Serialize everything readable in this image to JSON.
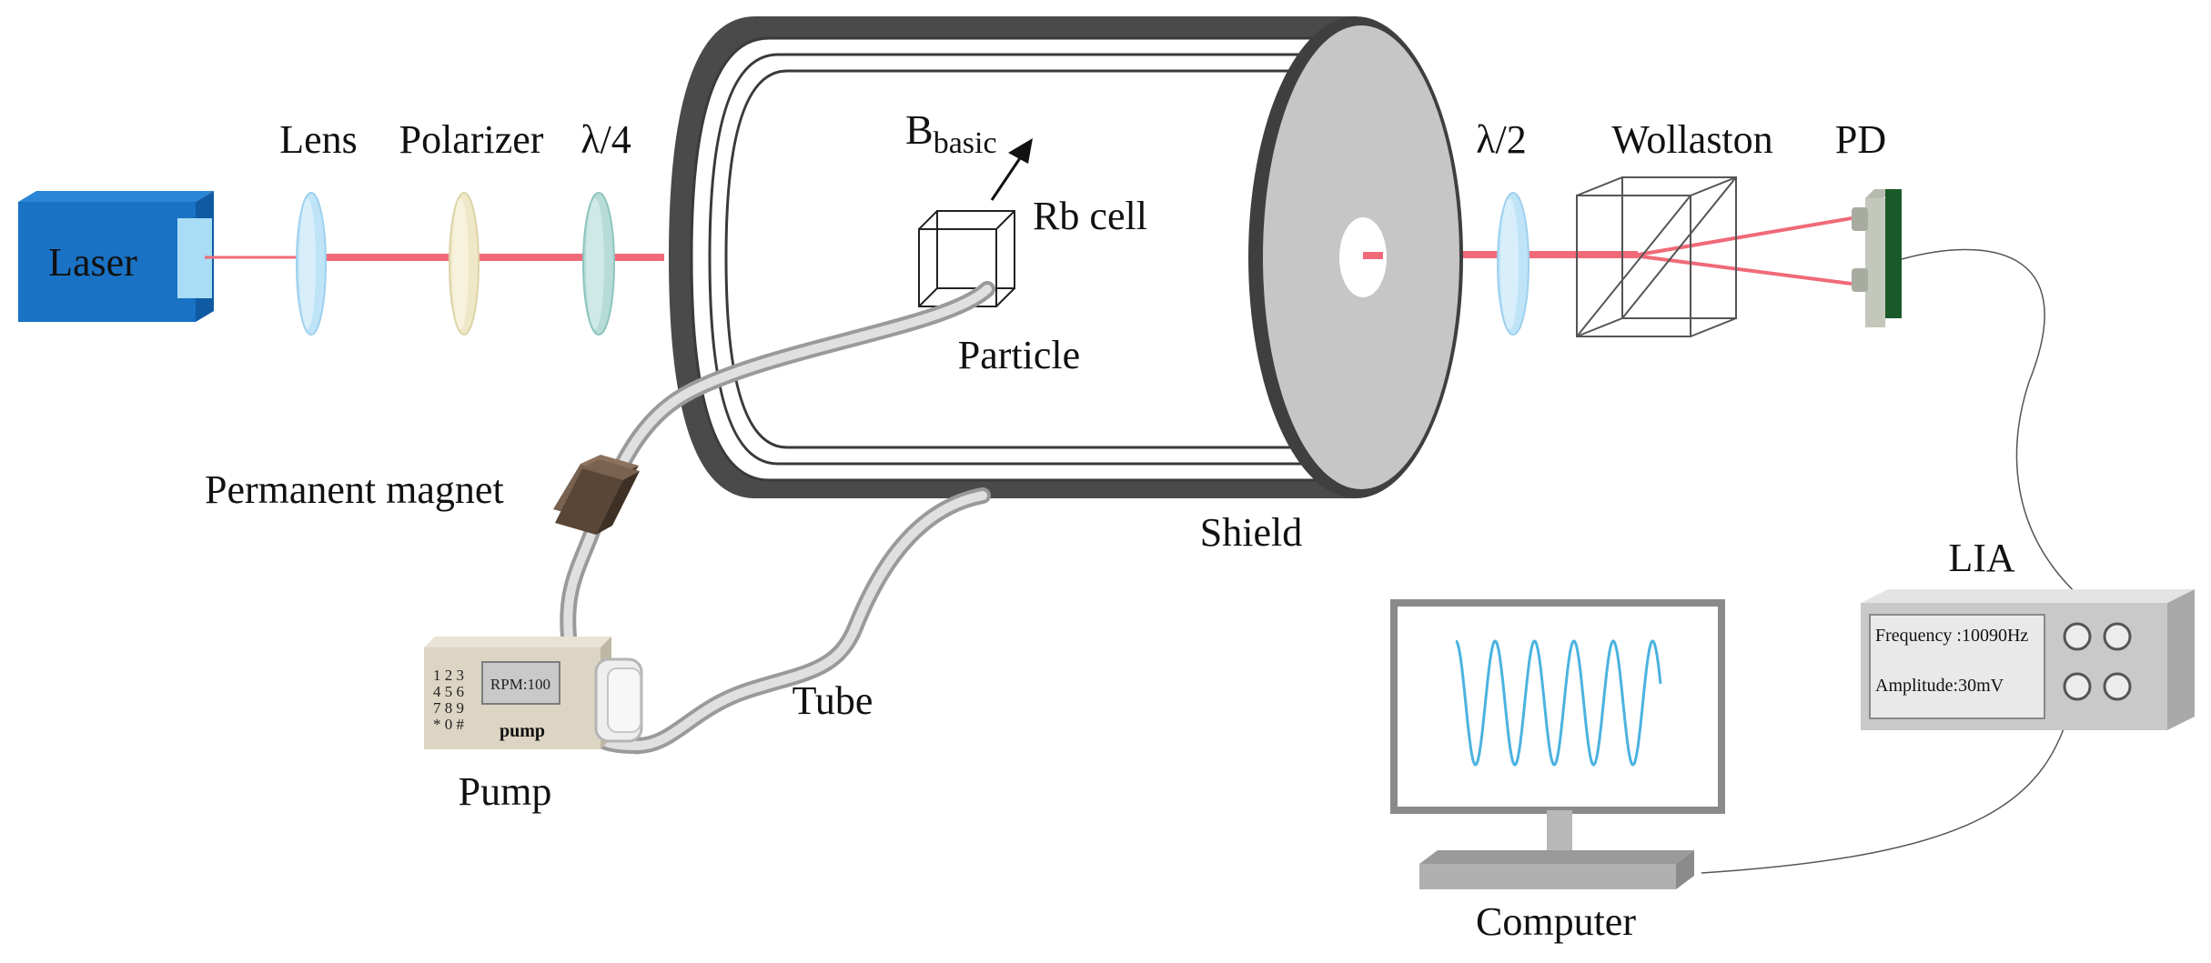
{
  "labels": {
    "laser": "Laser",
    "lens": "Lens",
    "polarizer": "Polarizer",
    "quarter_wave": "λ/4",
    "b_basic": "B",
    "b_basic_sub": "basic",
    "rb_cell": "Rb cell",
    "particle": "Particle",
    "half_wave": "λ/2",
    "wollaston": "Wollaston",
    "pd": "PD",
    "permanent_magnet": "Permanent magnet",
    "shield": "Shield",
    "tube": "Tube",
    "pump": "Pump",
    "lia": "LIA",
    "computer": "Computer"
  },
  "pump_device": {
    "keypad": [
      "1 2 3",
      "4 5 6",
      "7 8 9",
      "* 0 #"
    ],
    "display": "RPM:100",
    "name": "pump"
  },
  "lia_device": {
    "frequency": "Frequency :10090Hz",
    "amplitude": "Amplitude:30mV"
  },
  "colors": {
    "beam": "#f06a78",
    "laser_body": "#1a72c4",
    "shield": "#4a4a4a",
    "shield_face": "#c6c6c6",
    "screen_wave": "#4ab3e0"
  }
}
